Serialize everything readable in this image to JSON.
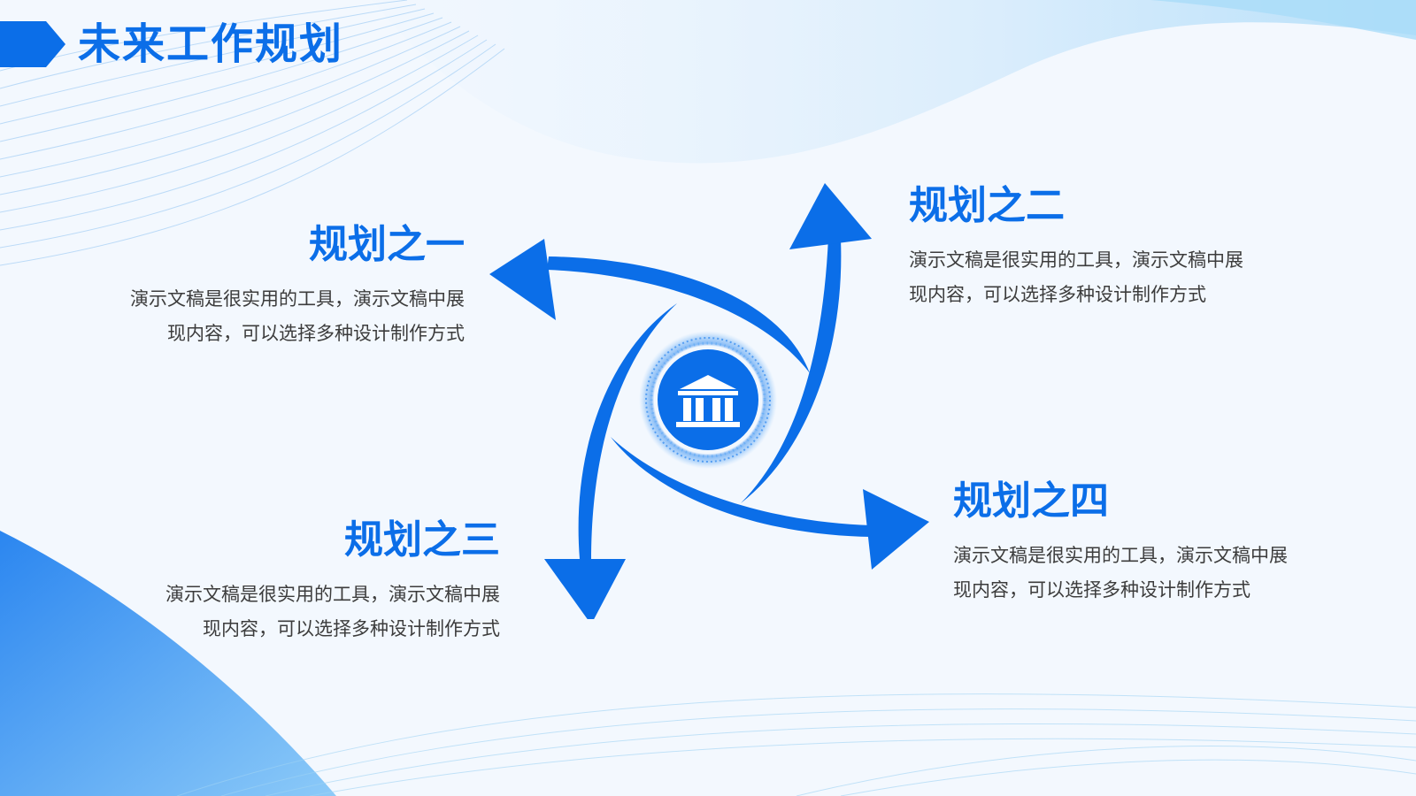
{
  "slide": {
    "title": "未来工作规划"
  },
  "colors": {
    "accent": "#0b6ee8",
    "accent_light": "#4ea6f8",
    "text": "#3c3c3c",
    "background": "#f3f8fe"
  },
  "center_icon": "building-icon",
  "plans": [
    {
      "heading": "规划之一",
      "desc_line1": "演示文稿是很实用的工具，演示文稿中展",
      "desc_line2": "现内容，可以选择多种设计制作方式"
    },
    {
      "heading": "规划之二",
      "desc_line1": "演示文稿是很实用的工具，演示文稿中展",
      "desc_line2": "现内容，可以选择多种设计制作方式"
    },
    {
      "heading": "规划之三",
      "desc_line1": "演示文稿是很实用的工具，演示文稿中展",
      "desc_line2": "现内容，可以选择多种设计制作方式"
    },
    {
      "heading": "规划之四",
      "desc_line1": "演示文稿是很实用的工具，演示文稿中展",
      "desc_line2": "现内容，可以选择多种设计制作方式"
    }
  ]
}
